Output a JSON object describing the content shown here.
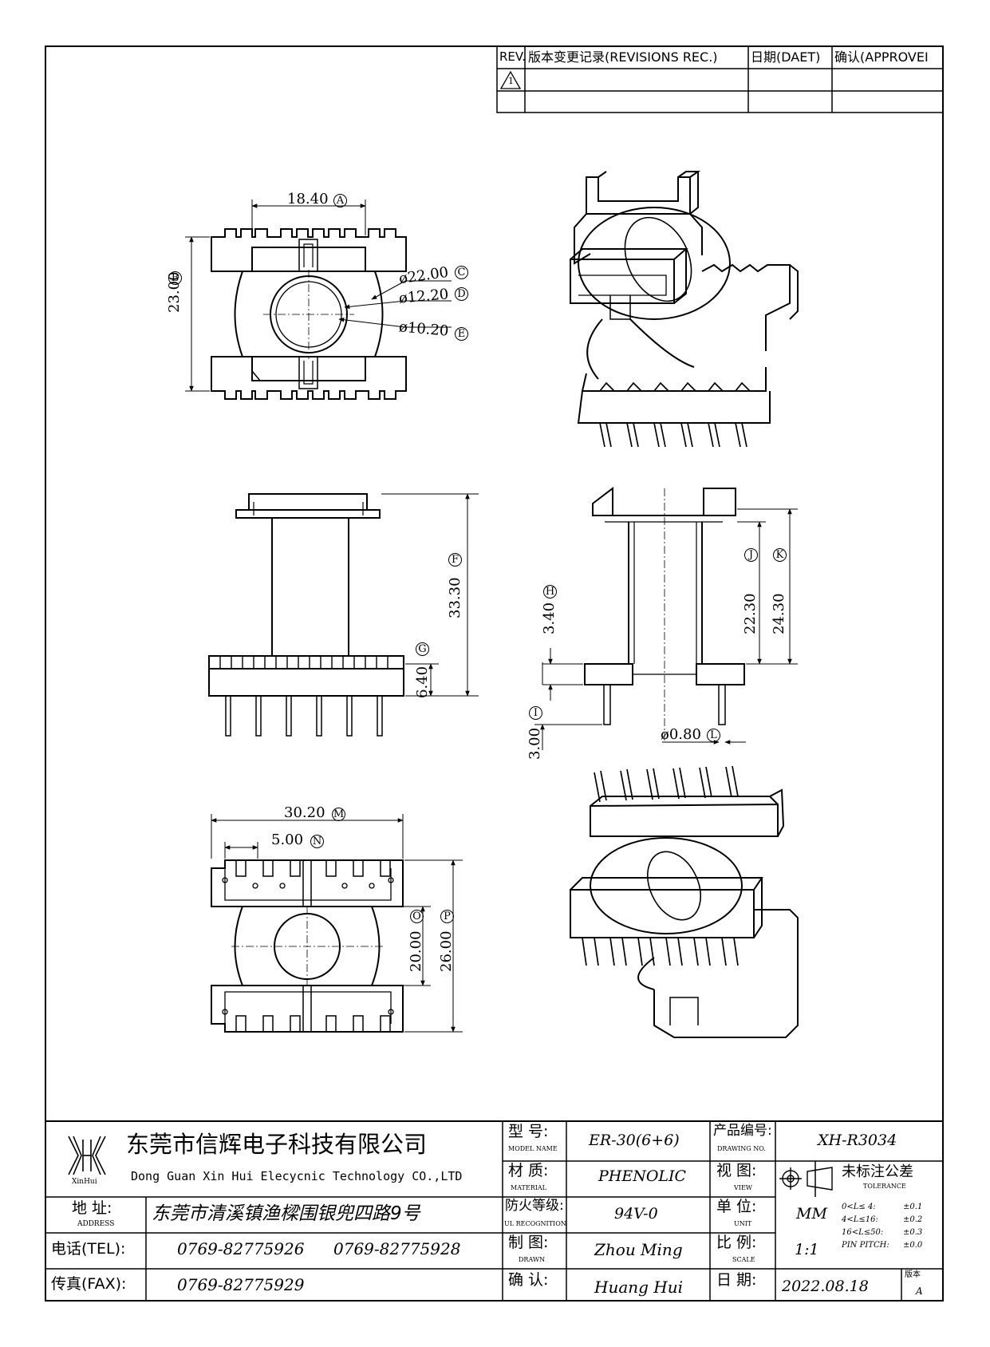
{
  "revisions": {
    "headers": [
      "REV.",
      "版本变更记录(REVISIONS REC.)",
      "日期(DAET)",
      "确认(APPROVEI"
    ],
    "rows": [
      {
        "rev": "1",
        "record": "",
        "date": "",
        "approve": ""
      },
      {
        "rev": "",
        "record": "",
        "date": "",
        "approve": ""
      }
    ]
  },
  "dimensions": {
    "A": {
      "value": "18.40",
      "label": "A"
    },
    "B": {
      "value": "23.00",
      "label": "B"
    },
    "C": {
      "value": "ø22.00",
      "label": "C"
    },
    "D": {
      "value": "ø12.20",
      "label": "D"
    },
    "E": {
      "value": "ø10.20",
      "label": "E"
    },
    "F": {
      "value": "33.30",
      "label": "F"
    },
    "G": {
      "value": "6.40",
      "label": "G"
    },
    "H": {
      "value": "3.40",
      "label": "H"
    },
    "I": {
      "value": "3.00",
      "label": "I"
    },
    "J": {
      "value": "22.30",
      "label": "J"
    },
    "K": {
      "value": "24.30",
      "label": "K"
    },
    "L": {
      "value": "ø0.80",
      "label": "L"
    },
    "M": {
      "value": "30.20",
      "label": "M"
    },
    "N": {
      "value": "5.00",
      "label": "N"
    },
    "O": {
      "value": "20.00",
      "label": "O"
    },
    "P": {
      "value": "26.00",
      "label": "P"
    }
  },
  "title_block": {
    "company_cn": "东莞市信辉电子科技有限公司",
    "company_en": "Dong Guan Xin Hui Elecycnic Technology CO.,LTD",
    "logo_text": "XinHui",
    "address_label": "地  址:",
    "address_label_en": "ADDRESS",
    "address": "东莞市清溪镇渔樑围银兜四路9号",
    "tel_label": "电话(TEL):",
    "tel1": "0769-82775926",
    "tel2": "0769-82775928",
    "fax_label": "传真(FAX):",
    "fax": "0769-82775929",
    "model_label": "型  号:",
    "model_label_en": "MODEL NAME",
    "model": "ER-30(6+6)",
    "material_label": "材  质:",
    "material_label_en": "MATERIAL",
    "material": "PHENOLIC",
    "fire_label": "防火等级:",
    "fire_label_en": "UL RECOGNITION",
    "fire": "94V-0",
    "drawn_label": "制  图:",
    "drawn_label_en": "DRAWN",
    "drawn": "Zhou Ming",
    "confirm_label": "确  认:",
    "confirm": "Huang Hui",
    "drawing_no_label": "产品编号:",
    "drawing_no_label_en": "DRAWING NO.",
    "drawing_no": "XH-R3034",
    "view_label": "视  图:",
    "view_label_en": "VIEW",
    "unit_label": "单  位:",
    "unit_label_en": "UNIT",
    "unit": "MM",
    "scale_label": "比  例:",
    "scale_label_en": "SCALE",
    "scale": "1:1",
    "date_label": "日  期:",
    "date": "2022.08.18",
    "tolerance_title": "未标注公差",
    "tolerance_title_en": "TOLERANCE",
    "tolerances": [
      {
        "range": "0<L≤ 4:",
        "value": "±0.1"
      },
      {
        "range": "4<L≤16:",
        "value": "±0.2"
      },
      {
        "range": "16<L≤50:",
        "value": "±0.3"
      },
      {
        "range": "PIN PITCH:",
        "value": "±0.0"
      }
    ],
    "version_label": "版本",
    "version": "A"
  }
}
